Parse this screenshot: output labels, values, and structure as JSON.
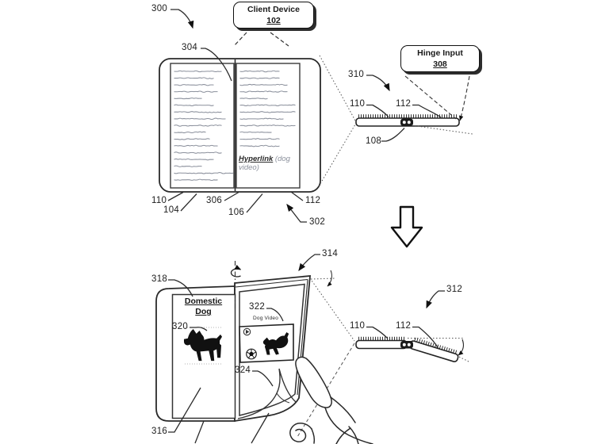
{
  "callouts": {
    "client_device": {
      "title": "Client Device",
      "number": "102"
    },
    "hinge_input": {
      "title": "Hinge Input",
      "number": "308"
    }
  },
  "refs": {
    "r300": "300",
    "r302": "302",
    "r304": "304",
    "r306": "306",
    "r310": "310",
    "r312": "312",
    "r314": "314",
    "r316": "316",
    "r318": "318",
    "r320": "320",
    "r322": "322",
    "r324": "324",
    "r104": "104",
    "r106": "106",
    "r108": "108",
    "r110": "110",
    "r112": "112"
  },
  "page_top": {
    "hyperlink": "Hyperlink",
    "hyperlink_suffix": " (dog video)"
  },
  "page_bottom": {
    "title_line1": "Domestic",
    "title_line2": "Dog",
    "video_caption": "Dog Video"
  },
  "colors": {
    "ink": "#1a1a1a",
    "greeked_text": "#8b909c",
    "paper": "#ffffff"
  }
}
